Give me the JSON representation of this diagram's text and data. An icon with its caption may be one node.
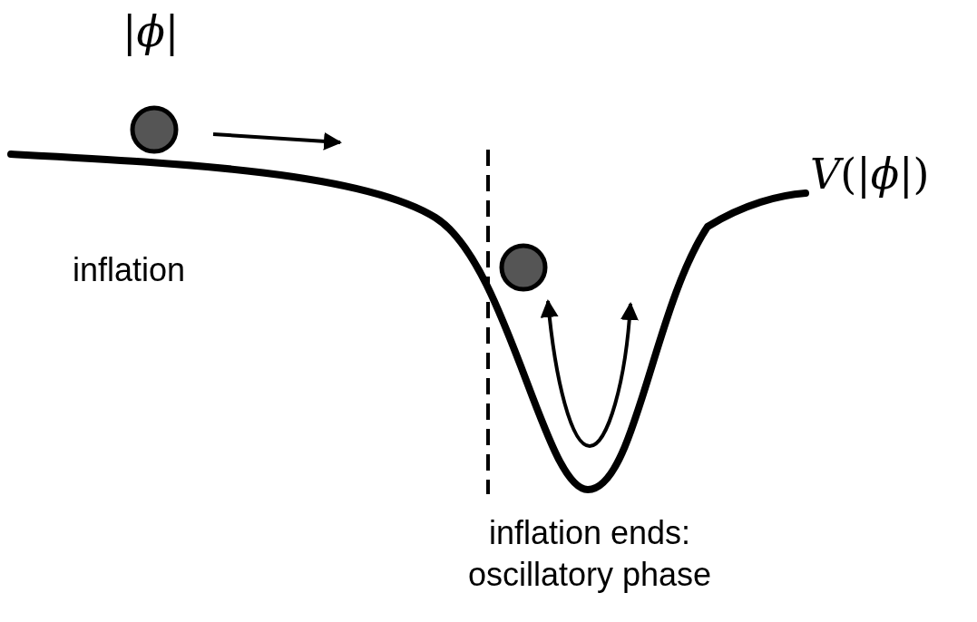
{
  "diagram": {
    "labels": [
      "|*ϕ*|",
      "*V*(|*ϕ*|)",
      "inflation",
      "inflation ends: oscillatory phase"
    ]
  }
}
